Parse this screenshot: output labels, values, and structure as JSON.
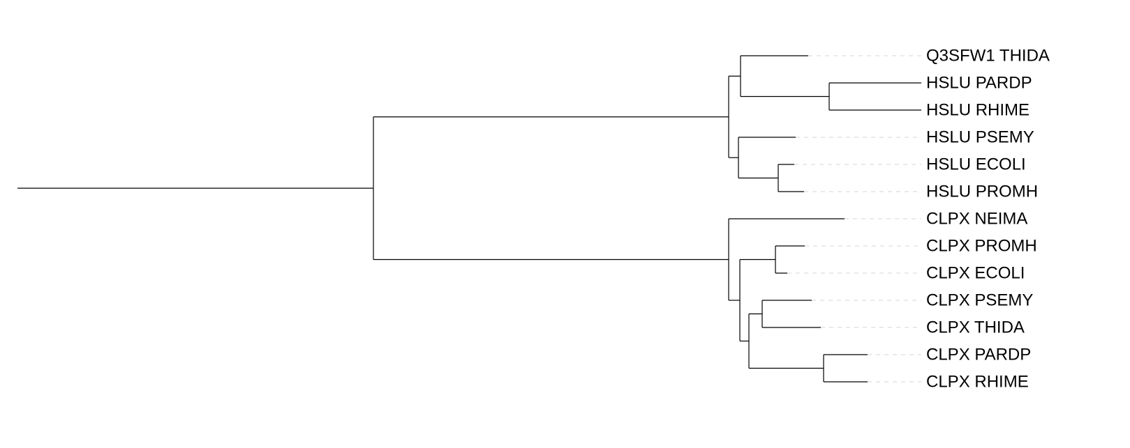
{
  "tree": {
    "layout": "rectangular",
    "direction": "left-to-right",
    "line_color": "#000000",
    "guide_color": "#d4d4d4",
    "leaves": [
      "Q3SFW1 THIDA",
      "HSLU PARDP",
      "HSLU RHIME",
      "HSLU PSEMY",
      "HSLU ECOLI",
      "HSLU PROMH",
      "CLPX NEIMA",
      "CLPX PROMH",
      "CLPX ECOLI",
      "CLPX PSEMY",
      "CLPX THIDA",
      "CLPX PARDP",
      "CLPX RHIME"
    ],
    "newick": "(((Q3SFW1 THIDA,(HSLU PARDP,HSLU RHIME)),(HSLU PSEMY,(HSLU ECOLI,HSLU PROMH))),(CLPX NEIMA,((CLPX PROMH,CLPX ECOLI),((CLPX PSEMY,CLPX THIDA),(CLPX PARDP,CLPX RHIME)))));"
  }
}
